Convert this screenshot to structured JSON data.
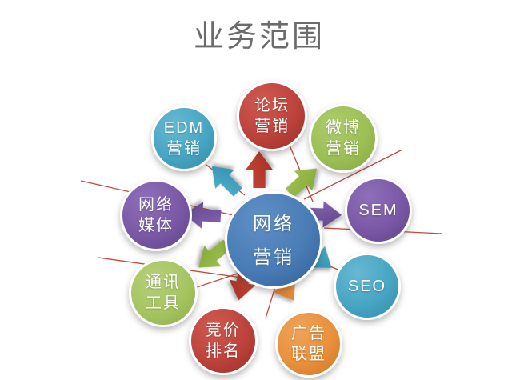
{
  "title": "业务范围",
  "diagram": {
    "center": {
      "id": "network-marketing",
      "line1": "网络",
      "line2": "营销",
      "color": "#4a7cb5"
    },
    "nodes": [
      {
        "id": "forum-marketing",
        "line1": "论坛",
        "line2": "营销",
        "color": "#bc433c"
      },
      {
        "id": "weibo-marketing",
        "line1": "微博",
        "line2": "营销",
        "color": "#9cbf56"
      },
      {
        "id": "sem",
        "line1": "SEM",
        "line2": "",
        "color": "#7a58a6"
      },
      {
        "id": "seo",
        "line1": "SEO",
        "line2": "",
        "color": "#47a6c3"
      },
      {
        "id": "ad-alliance",
        "line1": "广告",
        "line2": "联盟",
        "color": "#e9903c"
      },
      {
        "id": "bidding-rank",
        "line1": "竞价",
        "line2": "排名",
        "color": "#bc433c"
      },
      {
        "id": "im-tools",
        "line1": "通讯",
        "line2": "工具",
        "color": "#a5c561"
      },
      {
        "id": "network-media",
        "line1": "网络",
        "line2": "媒体",
        "color": "#7a58a6"
      },
      {
        "id": "edm-marketing",
        "line1": "EDM",
        "line2": "营销",
        "color": "#47a6c3"
      }
    ],
    "arrows": [
      {
        "icon": "arrow-up-icon",
        "color": "#b5392d",
        "points_to": "论坛营销"
      },
      {
        "icon": "arrow-up-left-icon",
        "color": "#3ba2c2",
        "points_to": "EDM营销"
      },
      {
        "icon": "arrow-up-right-icon",
        "color": "#8cb83e",
        "points_to": "微博营销"
      },
      {
        "icon": "arrow-left-icon",
        "color": "#7450a0",
        "points_to": "网络媒体"
      },
      {
        "icon": "arrow-right-icon",
        "color": "#7450a0",
        "points_to": "SEM"
      },
      {
        "icon": "arrow-down-left-icon",
        "color": "#8cb83e",
        "points_to": "通讯工具"
      },
      {
        "icon": "arrow-down-icon",
        "color": "#b5392d",
        "points_to": "竞价排名"
      },
      {
        "icon": "arrow-down-right-orange-icon",
        "color": "#ef8d35",
        "points_to": "广告联盟"
      },
      {
        "icon": "arrow-down-right-teal-icon",
        "color": "#3ba2c2",
        "points_to": "SEO"
      }
    ],
    "connector_color": "#c4473b",
    "title_color": "#6b6b6b"
  }
}
